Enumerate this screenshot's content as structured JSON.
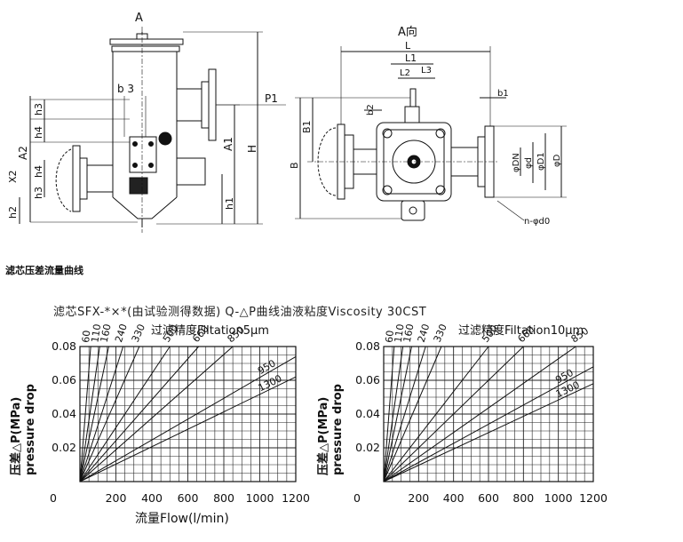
{
  "drawing": {
    "front_view_labels": {
      "view_a": "A",
      "p1": "P1",
      "a1": "A1",
      "a2": "A2",
      "h": "H",
      "h1": "h1",
      "h2": "h2",
      "h3_top": "h3",
      "h4_top": "h4",
      "b3": "b 3",
      "h3_bottom": "h3",
      "h4_bottom": "h4",
      "x2": "X2"
    },
    "side_view_labels": {
      "view_a_dir": "A向",
      "l": "L",
      "l1": "L1",
      "l2": "L2",
      "l3": "L3",
      "b": "B",
      "b1": "B1",
      "b2": "b2",
      "b1_small": "b1",
      "dn": "φDN",
      "d": "φd",
      "d1": "φD1",
      "d_outer": "φD",
      "bolt": "n-φd0"
    }
  },
  "section_title": "滤芯压差流量曲线",
  "chart_title": "滤芯SFX-*×*(由试验测得数据) Q-△P曲线油液粘度Viscosity 30CST",
  "chart_data": [
    {
      "type": "line",
      "subtitle": "过滤精度Filtation5μm",
      "ylabel_cn": "压差△P(MPa)",
      "ylabel_en": "pressure drop",
      "xlabel": "流量Flow(l/min)",
      "xlim": [
        0,
        1200
      ],
      "ylim": [
        0,
        0.08
      ],
      "x_ticks": [
        "0",
        "200",
        "400",
        "600",
        "800",
        "1000",
        "1200"
      ],
      "y_ticks": [
        "0.02",
        "0.04",
        "0.06",
        "0.08"
      ],
      "grid": true,
      "series": [
        {
          "name": "60",
          "x": [
            0,
            60
          ],
          "y": [
            0,
            0.08
          ]
        },
        {
          "name": "110",
          "x": [
            0,
            110
          ],
          "y": [
            0,
            0.08
          ]
        },
        {
          "name": "160",
          "x": [
            0,
            160
          ],
          "y": [
            0,
            0.08
          ]
        },
        {
          "name": "240",
          "x": [
            0,
            240
          ],
          "y": [
            0,
            0.08
          ]
        },
        {
          "name": "330",
          "x": [
            0,
            330
          ],
          "y": [
            0,
            0.08
          ]
        },
        {
          "name": "500",
          "x": [
            0,
            500
          ],
          "y": [
            0,
            0.08
          ]
        },
        {
          "name": "660",
          "x": [
            0,
            660
          ],
          "y": [
            0,
            0.08
          ]
        },
        {
          "name": "850",
          "x": [
            0,
            850
          ],
          "y": [
            0,
            0.08
          ]
        },
        {
          "name": "950",
          "x": [
            0,
            1200
          ],
          "y": [
            0,
            0.074
          ]
        },
        {
          "name": "1300",
          "x": [
            0,
            1200
          ],
          "y": [
            0,
            0.062
          ]
        }
      ]
    },
    {
      "type": "line",
      "subtitle": "过滤精度Filtation10μm",
      "ylabel_cn": "压差△P(MPa)",
      "ylabel_en": "pressure drop",
      "xlabel": "",
      "xlim": [
        0,
        1200
      ],
      "ylim": [
        0,
        0.08
      ],
      "x_ticks": [
        "0",
        "200",
        "400",
        "600",
        "800",
        "1000",
        "1200"
      ],
      "y_ticks": [
        "0.02",
        "0.04",
        "0.06",
        "0.08"
      ],
      "grid": true,
      "series": [
        {
          "name": "60",
          "x": [
            0,
            60
          ],
          "y": [
            0,
            0.08
          ]
        },
        {
          "name": "110",
          "x": [
            0,
            110
          ],
          "y": [
            0,
            0.08
          ]
        },
        {
          "name": "160",
          "x": [
            0,
            160
          ],
          "y": [
            0,
            0.08
          ]
        },
        {
          "name": "240",
          "x": [
            0,
            240
          ],
          "y": [
            0,
            0.08
          ]
        },
        {
          "name": "330",
          "x": [
            0,
            330
          ],
          "y": [
            0,
            0.08
          ]
        },
        {
          "name": "500",
          "x": [
            0,
            600
          ],
          "y": [
            0,
            0.08
          ]
        },
        {
          "name": "660",
          "x": [
            0,
            800
          ],
          "y": [
            0,
            0.08
          ]
        },
        {
          "name": "850",
          "x": [
            0,
            1100
          ],
          "y": [
            0,
            0.08
          ]
        },
        {
          "name": "950",
          "x": [
            0,
            1200
          ],
          "y": [
            0,
            0.068
          ]
        },
        {
          "name": "1300",
          "x": [
            0,
            1200
          ],
          "y": [
            0,
            0.058
          ]
        }
      ]
    }
  ]
}
